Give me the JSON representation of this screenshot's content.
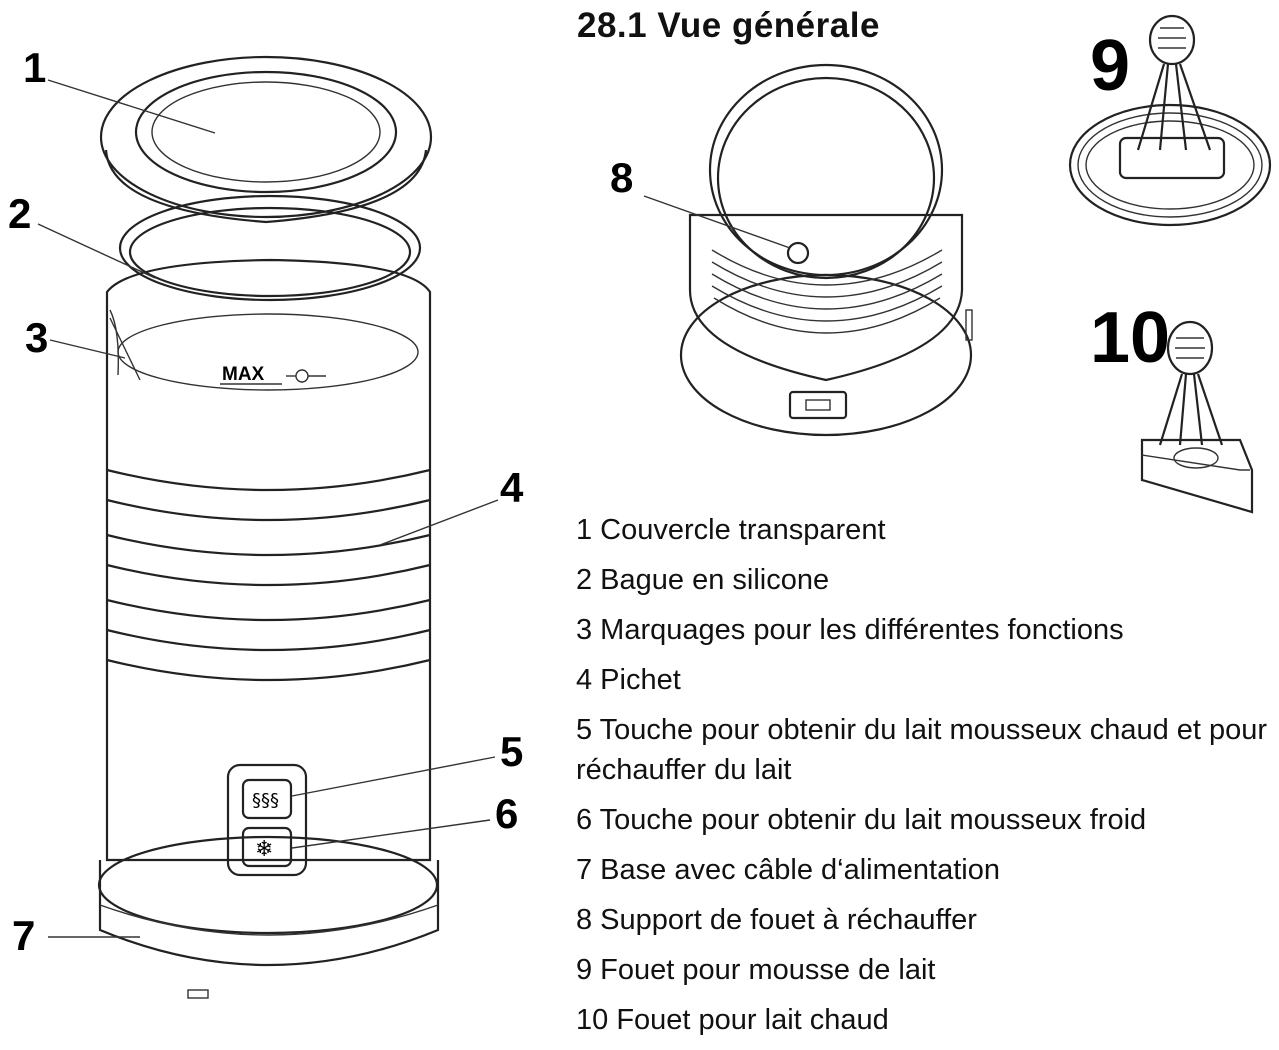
{
  "section_title": "28.1 Vue générale",
  "max_label": "MAX",
  "callouts": [
    "1",
    "2",
    "3",
    "4",
    "5",
    "6",
    "7",
    "8",
    "9",
    "10"
  ],
  "legend": [
    "1 Couvercle transparent",
    "2 Bague en silicone",
    "3 Marquages pour les différentes fonctions",
    "4 Pichet",
    "5 Touche pour obtenir du lait mousseux chaud et pour réchauffer du lait",
    "6 Touche pour obtenir du lait mousseux froid",
    "7 Base avec câble d‘alimentation",
    "8 Support de fouet à réchauffer",
    "9 Fouet pour mousse de lait",
    "10 Fouet pour lait chaud"
  ]
}
